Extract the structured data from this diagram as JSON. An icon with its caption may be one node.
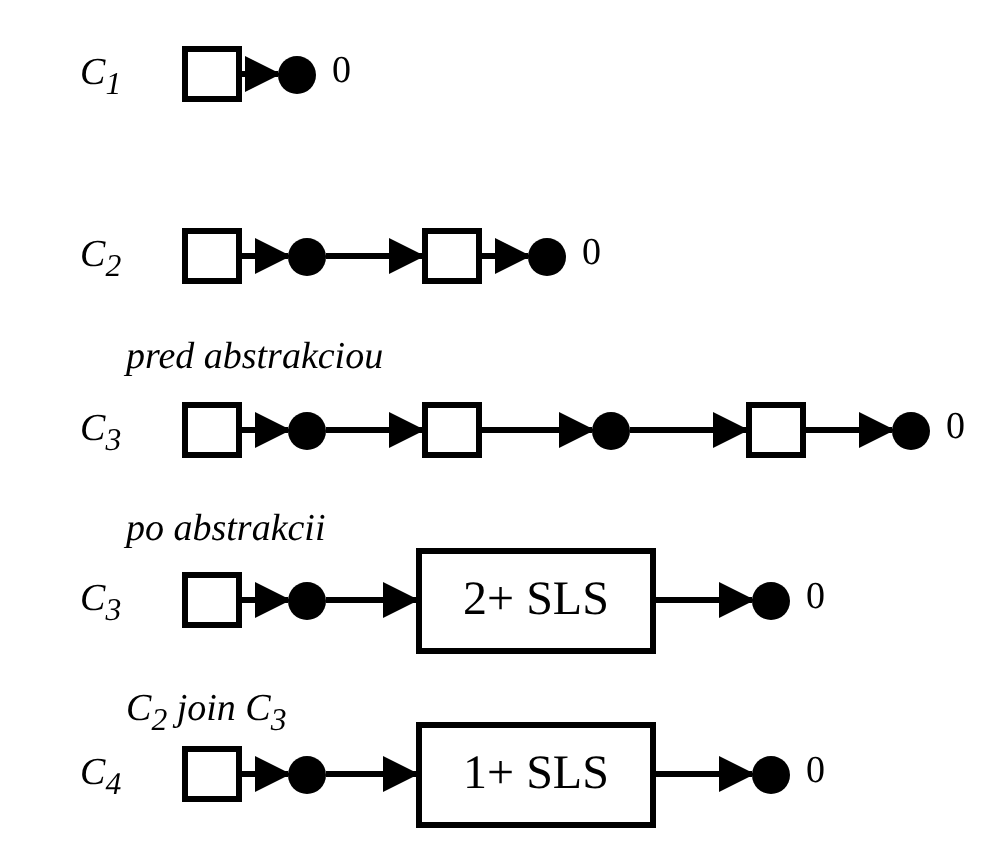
{
  "diagram": {
    "nodes": [
      {
        "text": [],
        "shape": "box"
      },
      {
        "text": [],
        "shape": "circle",
        "beside": [
          "0"
        ]
      },
      {
        "text": [],
        "shape": "box"
      },
      {
        "text": [],
        "shape": "circle"
      },
      {
        "text": [],
        "shape": "box"
      },
      {
        "text": [],
        "shape": "circle",
        "beside": [
          "0"
        ]
      },
      {
        "text": [],
        "shape": "box"
      },
      {
        "text": [],
        "shape": "circle"
      },
      {
        "text": [],
        "shape": "box"
      },
      {
        "text": [],
        "shape": "circle"
      },
      {
        "text": [],
        "shape": "box"
      },
      {
        "text": [],
        "shape": "circle",
        "beside": [
          "0"
        ]
      },
      {
        "text": [],
        "shape": "box"
      },
      {
        "text": [],
        "shape": "circle"
      },
      {
        "text": [
          "2+ SLS"
        ]
      },
      {
        "text": [],
        "shape": "circle",
        "beside": [
          "0"
        ]
      },
      {
        "text": [],
        "shape": "box"
      },
      {
        "text": [],
        "shape": "circle"
      },
      {
        "text": [
          "1+ SLS"
        ]
      },
      {
        "text": [],
        "shape": "circle",
        "beside": [
          "0"
        ]
      }
    ],
    "edges": [
      {
        "from": 0,
        "to": 1,
        "arrow": "to"
      },
      {
        "from": 2,
        "to": 3,
        "arrow": "to"
      },
      {
        "from": 3,
        "to": 4,
        "arrow": "to"
      },
      {
        "from": 4,
        "to": 5,
        "arrow": "to"
      },
      {
        "from": 6,
        "to": 7,
        "arrow": "to"
      },
      {
        "from": 7,
        "to": 8,
        "arrow": "to"
      },
      {
        "from": 8,
        "to": 9,
        "arrow": "to"
      },
      {
        "from": 9,
        "to": 10,
        "arrow": "to"
      },
      {
        "from": 10,
        "to": 11,
        "arrow": "to"
      },
      {
        "from": 12,
        "to": 13,
        "arrow": "to"
      },
      {
        "from": 13,
        "to": 14,
        "arrow": "to"
      },
      {
        "from": 14,
        "to": 15,
        "arrow": "to"
      },
      {
        "from": 16,
        "to": 17,
        "arrow": "to"
      },
      {
        "from": 17,
        "to": 18,
        "arrow": "to"
      },
      {
        "from": 18,
        "to": 19,
        "arrow": "to"
      }
    ],
    "labels": [
      "C$_{1}$",
      "C$_{2}$",
      "pred abstrakciou",
      "C$_{3}$",
      "po abstrakcii",
      "C$_{3}$",
      "C$_{2}$ join C$_{3}$",
      "C$_{4}$"
    ]
  }
}
